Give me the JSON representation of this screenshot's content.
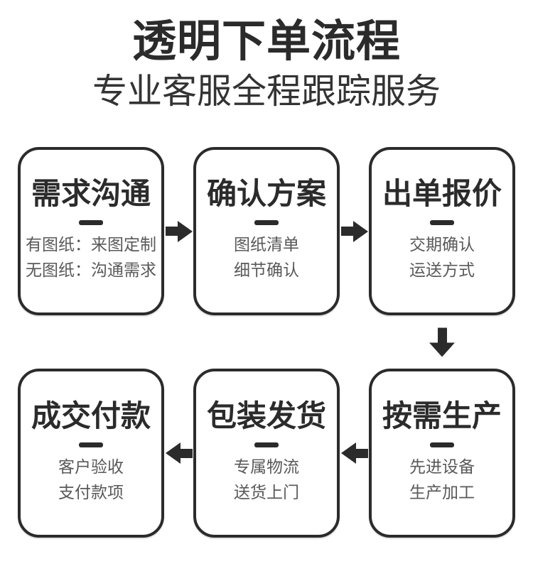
{
  "header": {
    "title": "透明下单流程",
    "subtitle": "专业客服全程跟踪服务"
  },
  "steps": [
    {
      "title": "需求沟通",
      "lines": [
        "有图纸：来图定制",
        "无图纸：沟通需求"
      ]
    },
    {
      "title": "确认方案",
      "lines": [
        "图纸清单",
        "细节确认"
      ]
    },
    {
      "title": "出单报价",
      "lines": [
        "交期确认",
        "运送方式"
      ]
    },
    {
      "title": "按需生产",
      "lines": [
        "先进设备",
        "生产加工"
      ]
    },
    {
      "title": "包装发货",
      "lines": [
        "专属物流",
        "送货上门"
      ]
    },
    {
      "title": "成交付款",
      "lines": [
        "客户验收",
        "支付款项"
      ]
    }
  ],
  "flow_order": [
    "需求沟通",
    "确认方案",
    "出单报价",
    "按需生产",
    "包装发货",
    "成交付款"
  ],
  "colors": {
    "ink": "#2b2b2b",
    "detail_text": "#595959",
    "background": "#ffffff"
  }
}
